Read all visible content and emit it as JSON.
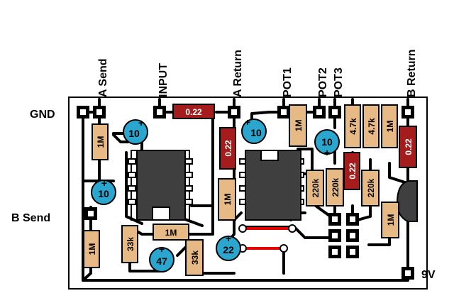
{
  "labels": {
    "gnd": "GND",
    "b_send": "B Send",
    "nine_v": "9V",
    "a_send": "A Send",
    "input": "INPUT",
    "a_return": "A Return",
    "pot1": "POT1",
    "pot2": "POT2",
    "pot3": "POT3",
    "b_return": "B Return"
  },
  "resistors": {
    "r1": "1M",
    "r2": "1M",
    "r3": "1M",
    "r4": "33k",
    "r5": "33k",
    "r6": "1M",
    "r7": "4.7k",
    "r8": "4.7k",
    "r9": "1M",
    "r10": "220k",
    "r11": "220k",
    "r12": "220k",
    "r13": "1M",
    "r14": "1M"
  },
  "film_caps": {
    "c1": "0.22",
    "c2": "0.22",
    "c3": "0.22",
    "c4": "0.22"
  },
  "electrolytics": {
    "e1": "10",
    "e2": "10",
    "e3": "10",
    "e4": "10",
    "e5": "47",
    "e6": "22",
    "polarity": "+"
  },
  "colors": {
    "trace": "#000000",
    "resistor_body": "#e7b985",
    "film_cap": "#a51c1c",
    "electrolytic": "#2aa6cf",
    "ic_body": "#3f3f3f",
    "jumper": "#e60000",
    "pad": "#ffffff"
  }
}
